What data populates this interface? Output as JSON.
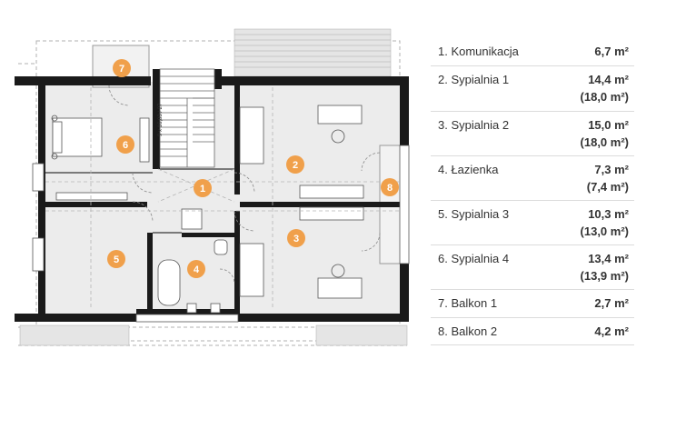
{
  "rooms": [
    {
      "number": "1",
      "name": "1. Komunikacja",
      "area": "6,7 m²",
      "area2": ""
    },
    {
      "number": "2",
      "name": "2. Sypialnia 1",
      "area": "14,4 m²",
      "area2": "(18,0 m²)"
    },
    {
      "number": "3",
      "name": "3. Sypialnia 2",
      "area": "15,0 m²",
      "area2": "(18,0 m²)"
    },
    {
      "number": "4",
      "name": "4. Łazienka",
      "area": "7,3 m²",
      "area2": "(7,4 m²)"
    },
    {
      "number": "5",
      "name": "5. Sypialnia 3",
      "area": "10,3 m²",
      "area2": "(13,0 m²)"
    },
    {
      "number": "6",
      "name": "6. Sypialnia 4",
      "area": "13,4 m²",
      "area2": "(13,9 m²)"
    },
    {
      "number": "7",
      "name": "7. Balkon 1",
      "area": "2,7 m²",
      "area2": ""
    },
    {
      "number": "8",
      "name": "8. Balkon 2",
      "area": "4,2 m²",
      "area2": ""
    }
  ],
  "stairs_note": "9 x 16,83 / 27",
  "colors": {
    "wall": "#1a1a1a",
    "floor": "#ececec",
    "marker": "#f0a04b",
    "roof": "#d8d8d8",
    "list_divider": "#dcdcdc"
  }
}
